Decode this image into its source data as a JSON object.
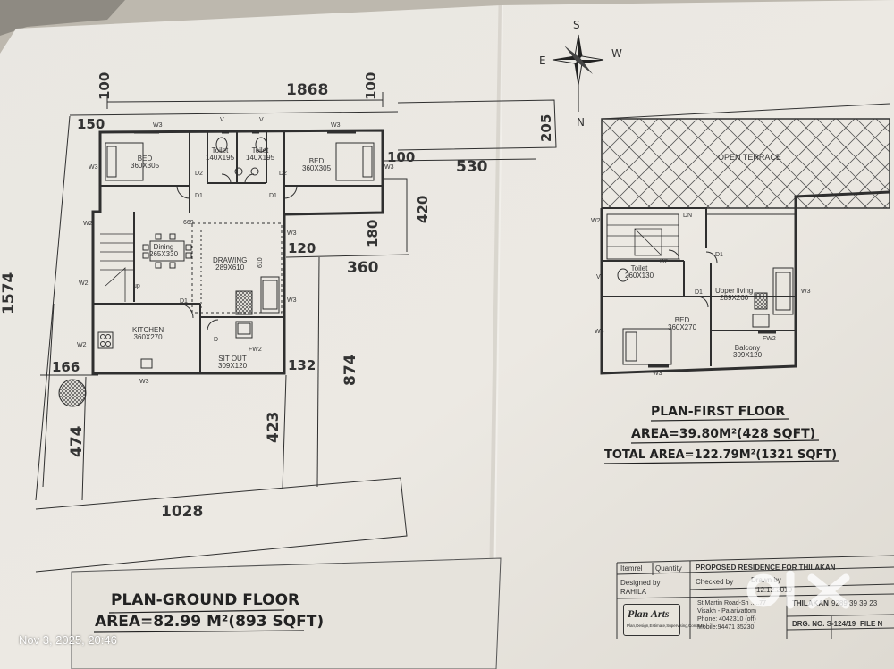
{
  "compass": {
    "s": "S",
    "n": "N",
    "e": "E",
    "w": "W"
  },
  "dimensions": {
    "top_total": "1868",
    "top_left_margin": "100",
    "top_right_margin": "100",
    "left_offset": "150",
    "right_setback": "205",
    "right_100": "100",
    "right_530": "530",
    "right_420": "420",
    "right_180": "180",
    "right_120": "120",
    "right_360": "360",
    "left_1574": "1574",
    "left_166": "166",
    "left_474": "474",
    "right_874": "874",
    "right_132": "132",
    "bottom_423": "423",
    "bottom_1028": "1028"
  },
  "ground_floor": {
    "rooms": [
      {
        "name": "BED",
        "size": "360X305"
      },
      {
        "name": "Toilet",
        "size": "140X195"
      },
      {
        "name": "Toilet",
        "size": "140X195"
      },
      {
        "name": "BED",
        "size": "360X305"
      },
      {
        "name": "Dining",
        "size": "265X330"
      },
      {
        "name": "DRAWING",
        "size": "289X610"
      },
      {
        "name": "KITCHEN",
        "size": "360X270"
      },
      {
        "name": "SIT OUT",
        "size": "309X120"
      }
    ],
    "labels": {
      "w3": "W3",
      "w2": "W2",
      "v": "V",
      "d1": "D1",
      "d2": "D2",
      "d": "D",
      "fw2": "FW2",
      "up": "up",
      "n669": "669",
      "n610": "610"
    },
    "title": "PLAN-GROUND FLOOR",
    "area": "AREA=82.99 M²(893 SQFT)"
  },
  "first_floor": {
    "open_terrace": "OPEN TERRACE",
    "rooms": [
      {
        "name": "Toilet",
        "size": "260X130"
      },
      {
        "name": "Upper living",
        "size": "289X260"
      },
      {
        "name": "BED",
        "size": "360X270"
      },
      {
        "name": "Balcony",
        "size": "309X120"
      }
    ],
    "labels": {
      "dn": "DN",
      "w2": "W2",
      "v": "V",
      "w3": "W3",
      "d1": "D1",
      "d2": "D2",
      "fw2": "FW2"
    },
    "title": "PLAN-FIRST FLOOR",
    "area": "AREA=39.80M²(428 SQFT)",
    "total_area": "TOTAL AREA=122.79M²(1321 SQFT)"
  },
  "title_block": {
    "itemref": "Itemrel",
    "quantity": "Quantity",
    "proposed": "PROPOSED   RESIDENCE FOR THILAKAN",
    "designed_by": "Designed by",
    "designer": "RAHILA",
    "checked_by": "Checked by",
    "drawn_by": "Drawn by",
    "date": "12.12.2019",
    "client": "THILAKAN",
    "phone_partial": "9289 39 39 23",
    "firm": "Plan Arts",
    "firm_tagline": "Plan,Design,Estimate,Supervising,Contract",
    "address1": "St.Martin Road-Sh .....77",
    "address2": "Visakh - Palarivattom",
    "address3": "Phone: 4042310 (off)",
    "address4": "Mobile:94471 35230",
    "drg_no": "DRG. NO. S-124/19",
    "file_no": "FILE N"
  },
  "photo": {
    "timestamp": "Nov 3, 2025, 20:46",
    "watermark": "olx"
  }
}
